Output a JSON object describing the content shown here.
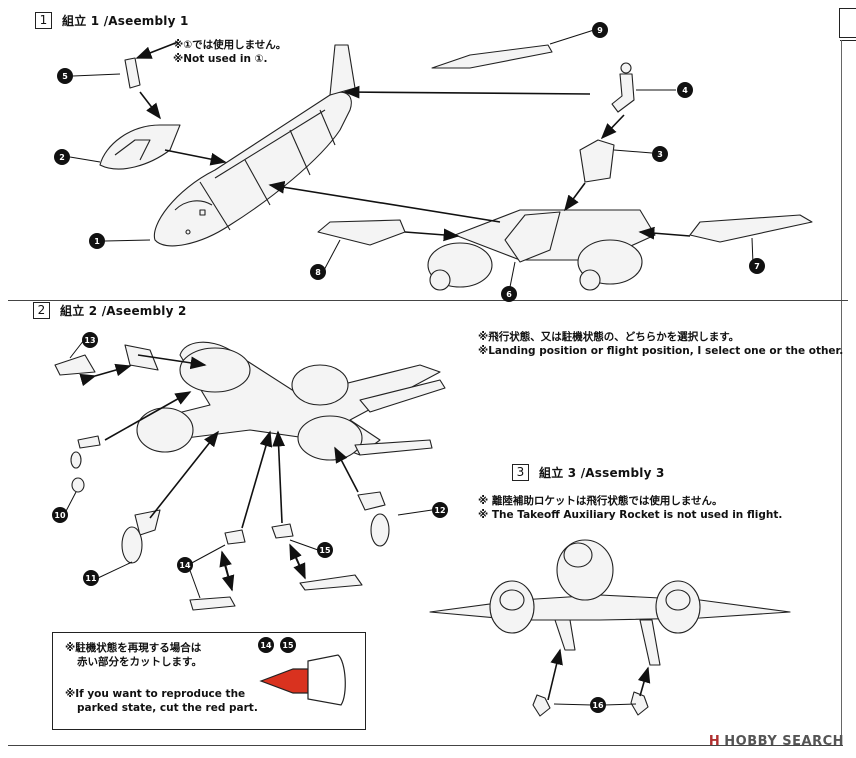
{
  "assembly1": {
    "step": "1",
    "title": "組立 1 /Aseembly 1",
    "note_jp": "※①では使用しません。",
    "note_en": "※Not used in ①."
  },
  "assembly2": {
    "step": "2",
    "title": "組立 2 /Aseembly 2"
  },
  "assembly3": {
    "step": "3",
    "title": "組立 3 /Assembly 3",
    "note_jp": "※ 離陸補助ロケットは飛行状態では使用しません。",
    "note_en": "※ The Takeoff Auxiliary Rocket is not used in flight."
  },
  "position_note": {
    "jp": "※飛行状態、又は駐機状態の、どちらかを選択します。",
    "en": "※Landing position or flight position, I select one or the other."
  },
  "callout": {
    "jp1": "※駐機状態を再現する場合は",
    "jp2": "赤い部分をカットします。",
    "en1": "※If you want to reproduce the",
    "en2": "parked state, cut the red part.",
    "part_a": "14",
    "part_b": "15",
    "red_color": "#d9321f"
  },
  "part_numbers": [
    "1",
    "2",
    "3",
    "4",
    "5",
    "6",
    "7",
    "8",
    "9",
    "10",
    "11",
    "12",
    "13",
    "14",
    "15",
    "16"
  ],
  "watermark": {
    "logo": "H",
    "text": "HOBBY SEARCH"
  }
}
